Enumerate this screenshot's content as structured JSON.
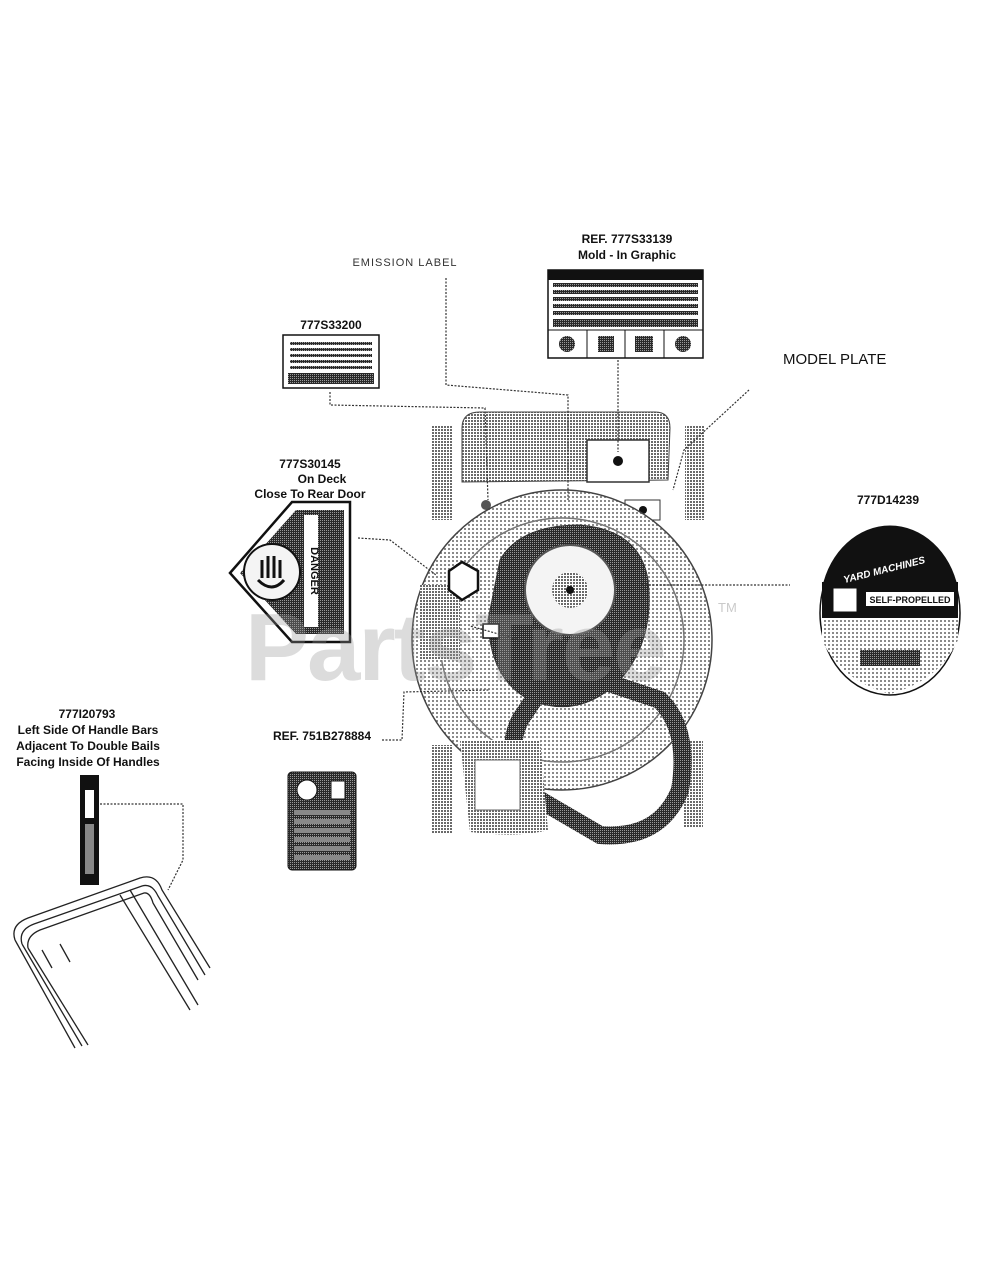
{
  "labels": {
    "emission_label": "EMISSION LABEL",
    "ref_777s33139": "REF. 777S33139",
    "mold_in_graphic": "Mold - In Graphic",
    "model_plate": "MODEL PLATE",
    "part_777s33200": "777S33200",
    "part_777s30145": "777S30145",
    "on_deck": "On Deck",
    "close_to_rear_door": "Close To Rear Door",
    "part_777d14239": "777D14239",
    "part_777i20793": "777I20793",
    "handle_line1": "Left Side Of Handle Bars",
    "handle_line2": "Adjacent To Double Bails",
    "handle_line3": "Facing Inside Of Handles",
    "ref_751b278884": "REF. 751B278884"
  },
  "decals": {
    "danger_word": "DANGER",
    "yard_machines": "YARD MACHINES",
    "self_propelled": "SELF-PROPELLED"
  },
  "watermark": {
    "text": "PartsTree",
    "tm": "TM"
  },
  "colors": {
    "ink": "#111111",
    "halftone": "#7a7a7a",
    "watermark": "#969696"
  }
}
